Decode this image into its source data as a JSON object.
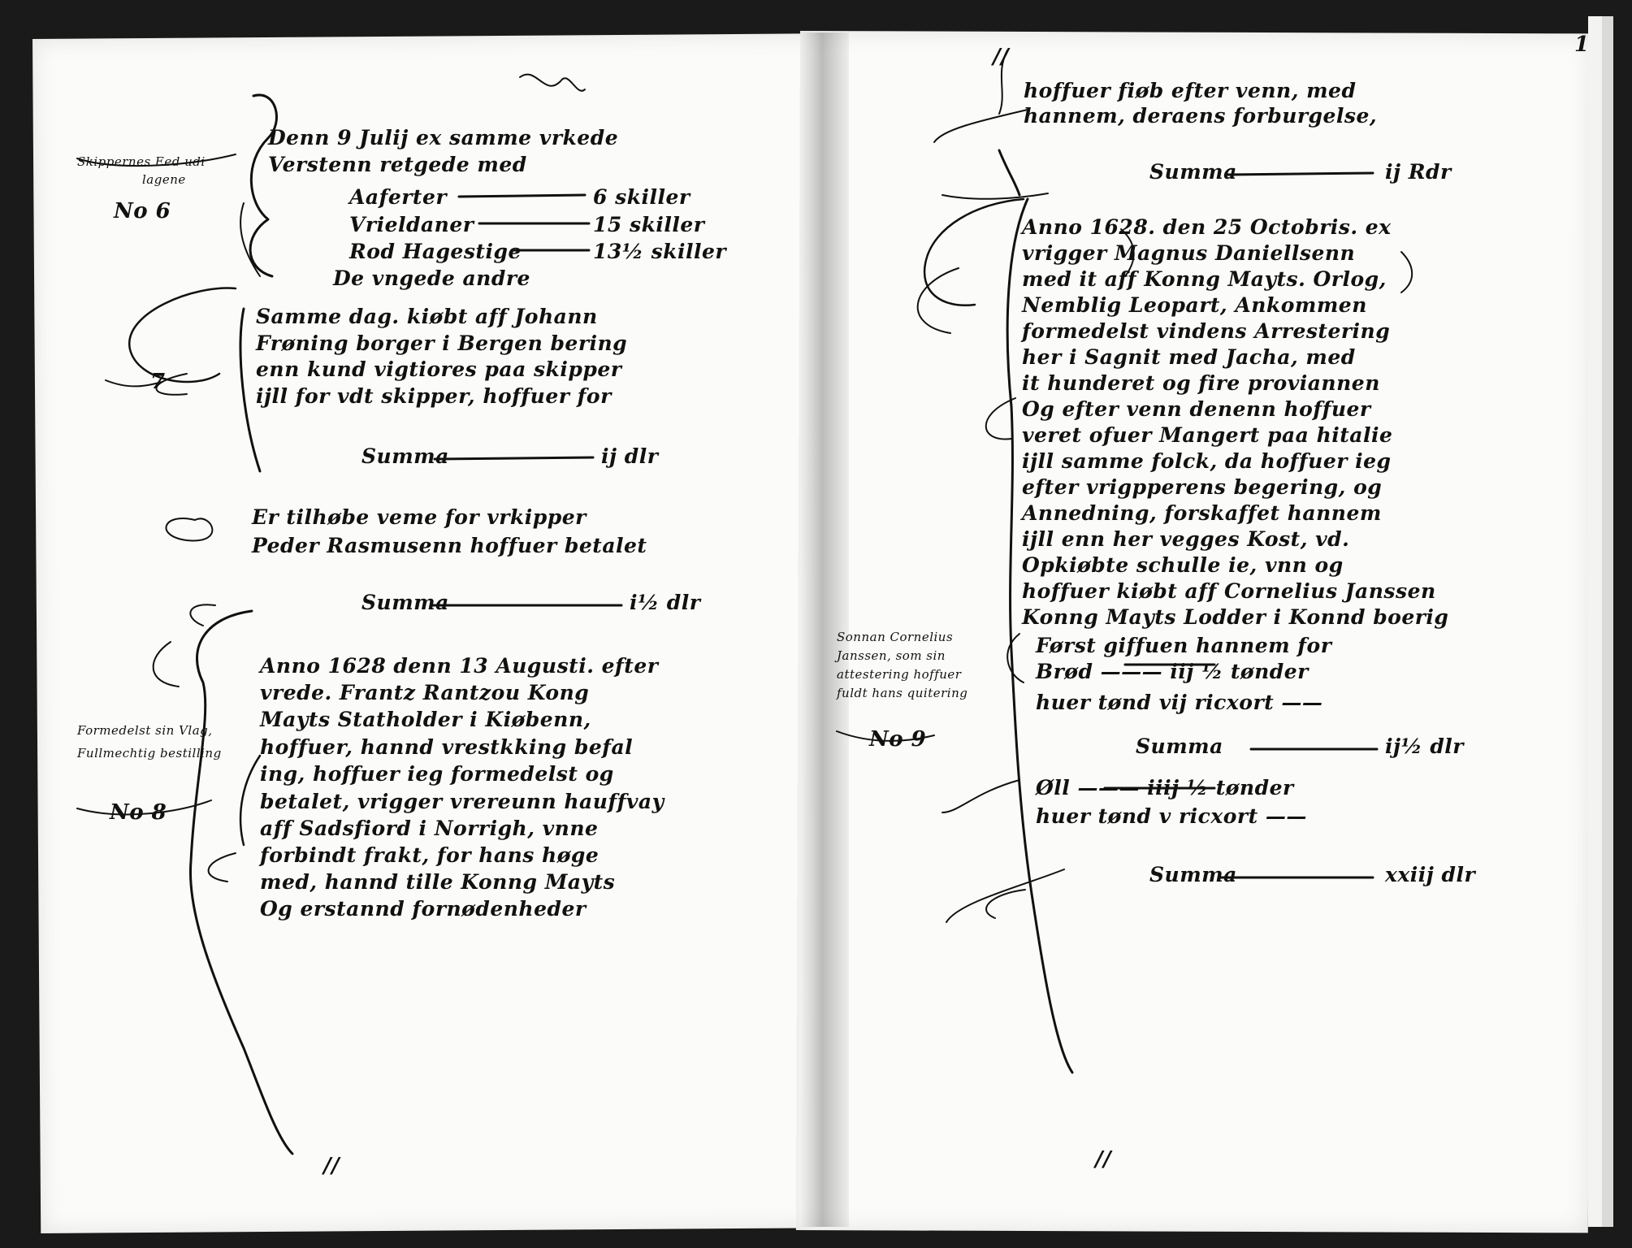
{
  "left_page": {
    "entry_6": {
      "margin_note": [
        "Skippernes Eed udi",
        "lagene"
      ],
      "margin_number": "No 6",
      "heading": "Denn 9 Julij ex samme vrkede",
      "line2": "Verstenn retgede med",
      "items": [
        {
          "label": "Aaferter",
          "value": "6 skiller"
        },
        {
          "label": "Vrieldaner",
          "value": "15 skiller"
        },
        {
          "label": "Rod Hagestige",
          "value": "13½ skiller"
        }
      ],
      "line_after": "De vngede andre"
    },
    "entry_7": {
      "margin_number": "7",
      "lines": [
        "Samme dag. kiøbt aff Johann",
        "Frøning borger i Bergen bering",
        "enn kund vigtiores paa skipper",
        "ijll for vdt skipper, hoffuer for"
      ],
      "sum_label": "Summa",
      "sum_value": "ij dlr",
      "extra_lines": [
        "Er tilhøbe veme for vrkipper",
        "Peder Rasmusenn hoffuer betalet"
      ],
      "sum2_label": "Summa",
      "sum2_value": "i½ dlr"
    },
    "entry_8": {
      "margin_note": [
        "Formedelst sin Vlag,",
        "Fullmechtig bestilling"
      ],
      "margin_number": "No 8",
      "lines": [
        "Anno 1628 denn 13 Augusti. efter",
        "vrede. Frantz Rantzou Kong",
        "Mayts Statholder i Kiøbenn,",
        "hoffuer, hannd vrestkking befal",
        "ing, hoffuer ieg formedelst og",
        "betalet, vrigger vrereunn hauffvay",
        "aff Sadsfiord i Norrigh, vnne",
        "forbindt frakt, for hans høge",
        "med, hannd tille Konng Mayts",
        "Og erstannd fornødenheder"
      ],
      "page_end_mark": "//"
    }
  },
  "right_page": {
    "top_mark": "//",
    "continuation": [
      "hoffuer fiøb efter venn, med",
      "hannem, deraens forburgelse,"
    ],
    "sum_top_label": "Summa",
    "sum_top_value": "ij Rdr",
    "entry_main": {
      "lines": [
        "Anno 1628. den 25 Octobris. ex",
        "vrigger Magnus Daniellsenn",
        "med it aff Konng Mayts. Orlog,",
        "Nemblig Leopart, Ankommen",
        "formedelst vindens Arrestering",
        "her i Sagnit med Jacha, med",
        "it hunderet og fire proviannen",
        "Og efter venn denenn hoffuer",
        "veret ofuer Mangert paa hitalie",
        "ijll samme folck, da hoffuer ieg",
        "efter vrigpperens begering, og",
        "Annedning, forskaffet hannem",
        "ijll enn her vegges Kost, vd.",
        "Opkiøbte schulle ie, vnn og",
        "hoffuer kiøbt aff Cornelius Janssen",
        "Konng Mayts Lodder i Konnd boerig"
      ]
    },
    "entry_9": {
      "margin_note": [
        "Sonnan Cornelius",
        "Janssen, som sin",
        "attestering hoffuer",
        "fuldt hans quitering"
      ],
      "margin_number": "No 9",
      "lines": [
        "Først giffuen hannem for",
        "Brød ——— iij ½ tønder",
        "huer tønd vij ricxort ——"
      ],
      "sum_label": "Summa",
      "sum_value": "ij½ dlr",
      "lines2": [
        "Øll ——— iiij ½ tønder",
        "huer tønd v ricxort ——"
      ],
      "sum2_label": "Summa",
      "sum2_value": "xxiij dlr",
      "page_end_mark": "//"
    },
    "corner_mark": "1"
  }
}
